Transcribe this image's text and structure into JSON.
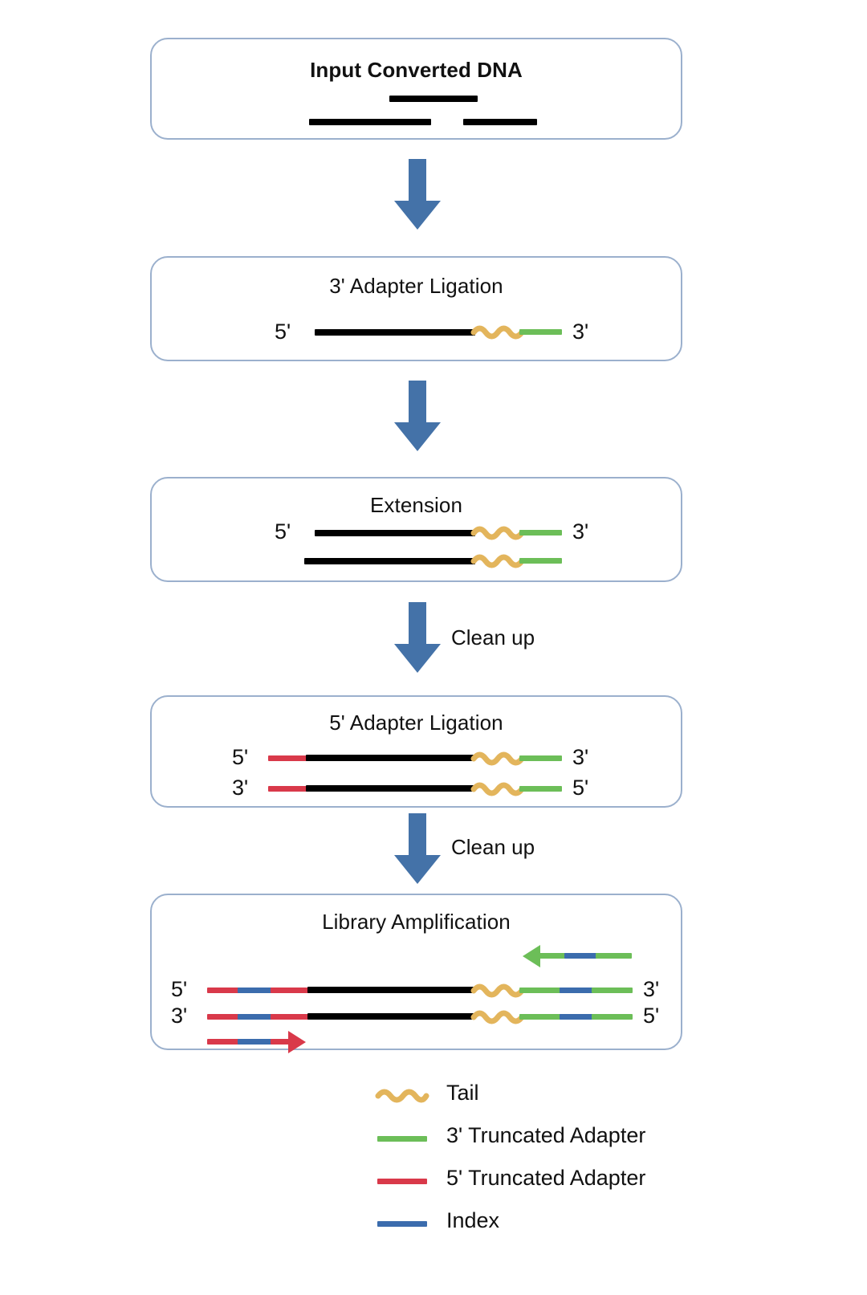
{
  "colors": {
    "box_border": "#9bb0cd",
    "arrow_blue": "#4472a8",
    "dna_black": "#000000",
    "tail_gold": "#e3b55c",
    "adapter3_green": "#6cbe58",
    "adapter5_red": "#d9394a",
    "index_blue": "#3b6cad",
    "background": "#ffffff"
  },
  "steps": [
    {
      "id": "input-converted-dna",
      "title": "Input Converted DNA",
      "bold": true,
      "fragments": 3
    },
    {
      "id": "three-prime-adapter-ligation",
      "title": "3' Adapter Ligation",
      "bold": false,
      "left_label": "5'",
      "right_label": "3'"
    },
    {
      "id": "extension",
      "title": "Extension",
      "bold": false,
      "left_label": "5'",
      "right_label": "3'"
    },
    {
      "id": "five-prime-adapter-ligation",
      "title": "5' Adapter Ligation",
      "bold": false,
      "top_left_label": "5'",
      "top_right_label": "3'",
      "bottom_left_label": "3'",
      "bottom_right_label": "5'"
    },
    {
      "id": "library-amplification",
      "title": "Library Amplification",
      "bold": false,
      "top_left_label": "5'",
      "top_right_label": "3'",
      "bottom_left_label": "3'",
      "bottom_right_label": "5'"
    }
  ],
  "transitions": [
    {
      "id": "arrow-1",
      "label": ""
    },
    {
      "id": "arrow-2",
      "label": ""
    },
    {
      "id": "arrow-3",
      "label": "Clean up"
    },
    {
      "id": "arrow-4",
      "label": "Clean up"
    }
  ],
  "legend": {
    "items": [
      {
        "swatch": "wave-gold",
        "label": "Tail",
        "color": "#e3b55c"
      },
      {
        "swatch": "line-green",
        "label": "3' Truncated Adapter",
        "color": "#6cbe58"
      },
      {
        "swatch": "line-red",
        "label": "5' Truncated Adapter",
        "color": "#d9394a"
      },
      {
        "swatch": "line-blue",
        "label": "Index",
        "color": "#3b6cad"
      }
    ]
  }
}
